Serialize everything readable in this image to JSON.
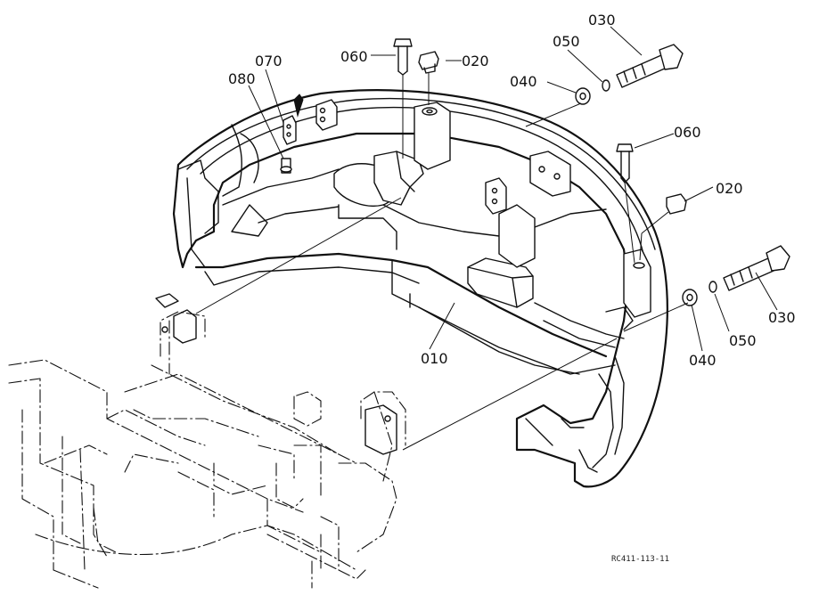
{
  "labels": {
    "p010": "010",
    "p020_top": "020",
    "p020_right": "020",
    "p030_top": "030",
    "p030_right": "030",
    "p040_top": "040",
    "p040_right": "040",
    "p050_top": "050",
    "p050_right": "050",
    "p060_top": "060",
    "p060_right": "060",
    "p070": "070",
    "p080": "080"
  },
  "reference_code": "RC411-113-11"
}
